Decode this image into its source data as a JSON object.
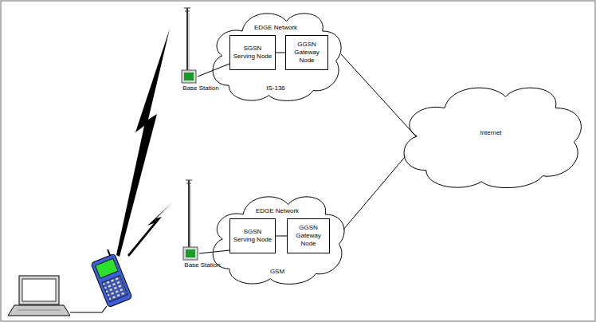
{
  "diagram": {
    "nodes": [
      {
        "text": [
          "Base Station"
        ]
      },
      {
        "text": [
          "EDGE Network",
          "IS-136"
        ]
      },
      {
        "text": [
          "SGSN Serving Node"
        ],
        "in": 1
      },
      {
        "text": [
          "GGSN Gateway Node"
        ],
        "in": 1
      },
      {
        "text": [
          "Base Station"
        ]
      },
      {
        "text": [
          "EDGE Network",
          "GSM"
        ]
      },
      {
        "text": [
          "SGSN Serving Node"
        ],
        "in": 5
      },
      {
        "text": [
          "GGSN Gateway Node"
        ],
        "in": 5
      },
      {
        "text": [
          "Internet"
        ]
      }
    ],
    "edges": [
      {
        "from": 0,
        "to": 2,
        "arrow": "none"
      },
      {
        "from": 2,
        "to": 3,
        "arrow": "none"
      },
      {
        "from": 1,
        "to": 8,
        "arrow": "none"
      },
      {
        "from": 4,
        "to": 6,
        "arrow": "none"
      },
      {
        "from": 6,
        "to": 7,
        "arrow": "none"
      },
      {
        "from": 5,
        "to": 8,
        "arrow": "none"
      }
    ]
  }
}
